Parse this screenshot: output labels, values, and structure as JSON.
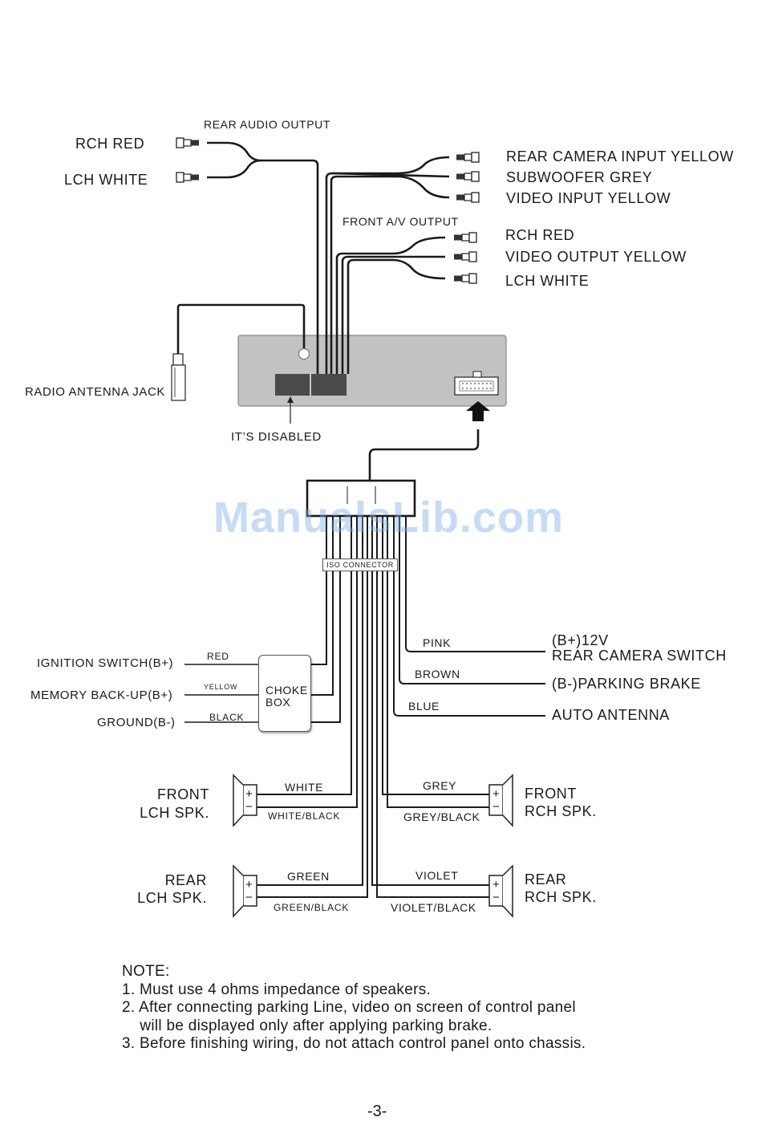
{
  "labels": {
    "rear_audio_output": "REAR AUDIO OUTPUT",
    "rch_red_left": "RCH  RED",
    "lch_white_left": "LCH WHITE",
    "rear_camera_input": "REAR CAMERA INPUT  YELLOW",
    "subwoofer": "SUBWOOFER  GREY",
    "video_input": "VIDEO INPUT YELLOW",
    "front_av_output": "FRONT A/V OUTPUT",
    "rch_red_right": "RCH RED",
    "video_output": "VIDEO OUTPUT  YELLOW",
    "lch_white_right": "LCH  WHITE",
    "radio_antenna_jack": "RADIO ANTENNA JACK",
    "its_disabled": "IT’S DISABLED",
    "iso_connector": "ISO CONNECTOR",
    "ignition_switch": "IGNITION SWITCH(B+)",
    "memory_backup": "MEMORY BACK-UP(B+)",
    "ground": "GROUND(B-)",
    "wire_red": "RED",
    "wire_yellow": "YELLOW",
    "wire_black": "BLACK",
    "choke_line1": "CHOKE",
    "choke_line2": "BOX",
    "wire_pink": "PINK",
    "wire_brown": "BROWN",
    "wire_blue": "BLUE",
    "b_plus_12v": "(B+)12V",
    "rear_camera_switch": "REAR CAMERA SWITCH",
    "parking_brake": "(B-)PARKING BRAKE",
    "auto_antenna": "AUTO ANTENNA",
    "front_lch_1": "FRONT",
    "front_lch_2": "LCH SPK.",
    "wire_white": "WHITE",
    "wire_white_black": "WHITE/BLACK",
    "wire_grey": "GREY",
    "wire_grey_black": "GREY/BLACK",
    "front_rch_1": "FRONT",
    "front_rch_2": "RCH SPK.",
    "rear_lch_1": "REAR",
    "rear_lch_2": "LCH SPK.",
    "wire_green": "GREEN",
    "wire_green_black": "GREEN/BLACK",
    "wire_violet": "VIOLET",
    "wire_violet_black": "VIOLET/BLACK",
    "rear_rch_1": "REAR",
    "rear_rch_2": "RCH SPK.",
    "plus": "+",
    "minus": "−"
  },
  "note": {
    "title": "NOTE:",
    "line1": "1. Must use 4 ohms impedance of speakers.",
    "line2": "2. After connecting parking Line, video on screen of control panel",
    "line3": "    will be displayed only after applying parking brake.",
    "line4": "3. Before finishing wiring, do not attach control panel onto chassis."
  },
  "watermark": "ManualsLib.com",
  "page_number": "-3-",
  "colors": {
    "wire": "#1a1a1a",
    "unit_body": "#c2c2c2",
    "watermark": "#8cb8ea"
  }
}
